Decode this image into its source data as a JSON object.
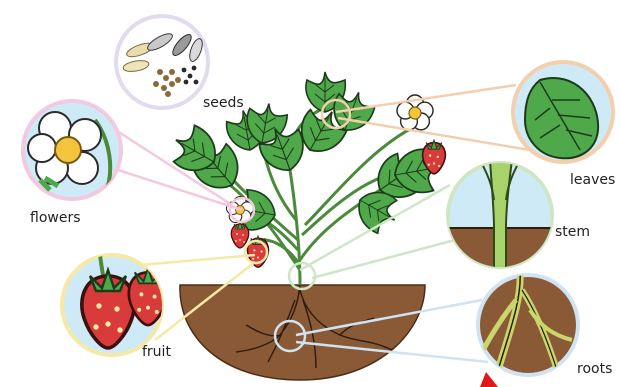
{
  "labels": {
    "seeds": "seeds",
    "leaves": "leaves",
    "flowers": "flowers",
    "stem": "stem",
    "fruit": "fruit",
    "roots": "roots"
  },
  "colors": {
    "seeds_ring": "#e2dbef",
    "leaves_ring": "#f3cfae",
    "flowers_ring": "#f2c9de",
    "stem_ring": "#cfe6c6",
    "fruit_ring": "#f6e9a6",
    "roots_ring": "#cfe3f3",
    "soil": "#8a5a36",
    "leaf": "#4fa84a",
    "strawberry": "#d93a3a",
    "sky": "#cfeaf7",
    "arrow": "#e01818"
  },
  "icons": [
    "seeds-icon",
    "leaf-icon",
    "flower-icon",
    "stem-icon",
    "strawberry-icon",
    "roots-icon",
    "pointer-arrow-icon"
  ]
}
